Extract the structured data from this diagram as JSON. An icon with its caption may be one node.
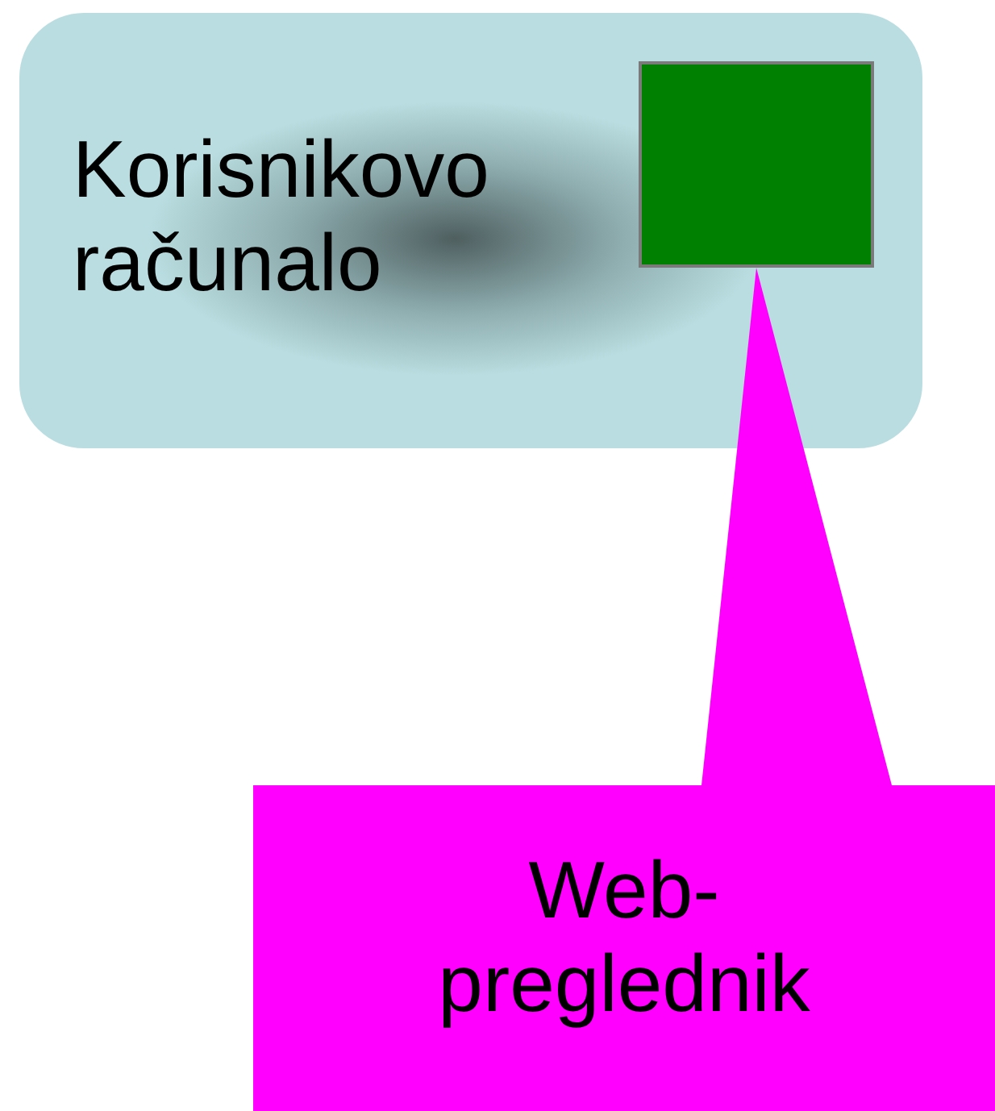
{
  "diagram": {
    "nodes": [
      {
        "text": [
          "Korisnikovo računalo"
        ]
      },
      {
        "text": [],
        "shape": "box",
        "in": 0
      },
      {
        "text": [
          "Web-preglednik"
        ]
      }
    ],
    "edges": [
      {
        "from": 2,
        "to": 1,
        "arrow": "none"
      }
    ]
  }
}
